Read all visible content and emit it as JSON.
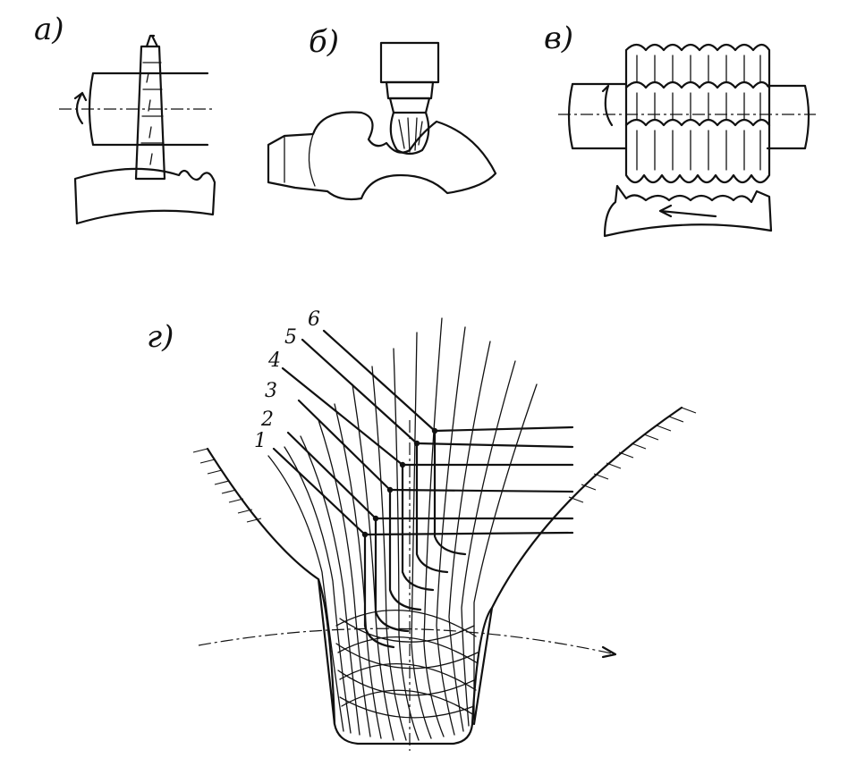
{
  "panels": {
    "a": {
      "label": "а)"
    },
    "b": {
      "label": "б)"
    },
    "v": {
      "label": "в)"
    },
    "g": {
      "label": "г)",
      "positions": [
        "1",
        "2",
        "3",
        "4",
        "5",
        "6"
      ]
    }
  },
  "colors": {
    "ink": "#111111",
    "paper": "#ffffff"
  }
}
